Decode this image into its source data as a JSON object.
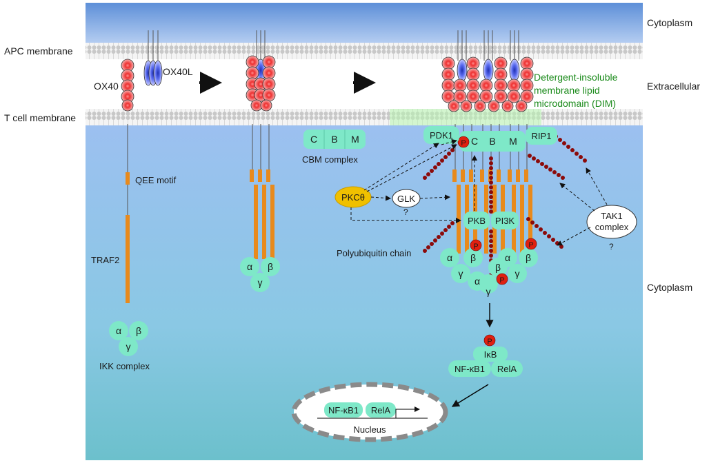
{
  "labels": {
    "cytoplasm_top": "Cytoplasm",
    "apc_membrane": "APC membrane",
    "extracellular": "Extracellular",
    "t_cell_membrane": "T cell membrane",
    "cytoplasm_bottom": "Cytoplasm",
    "ox40": "OX40",
    "ox40l": "OX40L",
    "qee_motif": "QEE motif",
    "traf2": "TRAF2",
    "ikk_complex": "IKK complex",
    "cbm_complex": "CBM complex",
    "dim_line1": "Detergent-insoluble",
    "dim_line2": "membrane lipid",
    "dim_line3": "microdomain (DIM)",
    "polyubiquitin": "Polyubiquitin chain",
    "nucleus": "Nucleus"
  },
  "ikk": {
    "alpha": "α",
    "beta": "β",
    "gamma": "γ"
  },
  "cbm": {
    "c": "C",
    "b": "B",
    "m": "M"
  },
  "proteins": {
    "pdk1": "PDK1",
    "rip1": "RIP1",
    "pkc": "PKCθ",
    "glk": "GLK",
    "glk_unknown": "?",
    "pkb": "PKB",
    "pi3k": "PI3K",
    "tak1_line1": "TAK1",
    "tak1_line2": "complex",
    "tak1_unknown": "?",
    "phospho": "P"
  },
  "nfkb": {
    "ikb": "IκB",
    "nfkb1": "NF-κB1",
    "rela": "RelA"
  },
  "colors": {
    "membrane_top": "#b0b0b0",
    "membrane_lipid": "#e8e8e8",
    "teal": "#7ee8c8",
    "traf_orange": "#e88a1c",
    "ox40_red": "#e83030",
    "ox40l_blue": "#3a4fd0",
    "phospho_red": "#e02010",
    "pkc_yellow": "#f0c000",
    "dim_green": "#1a8a1a",
    "ubiquitin": "#8b0a0a"
  }
}
